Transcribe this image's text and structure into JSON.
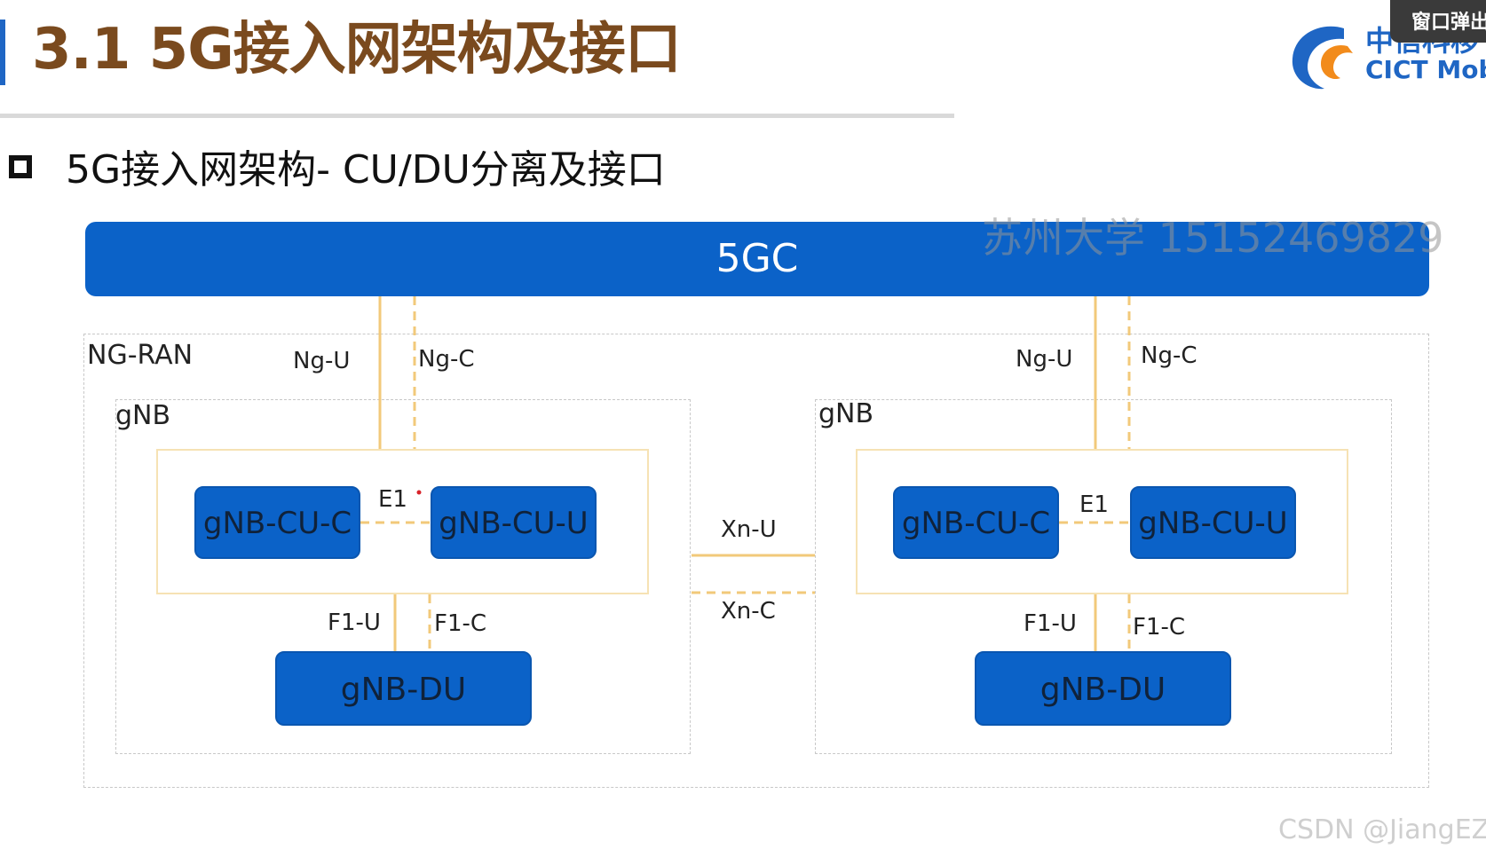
{
  "header": {
    "title": "3.1 5G接入网架构及接口",
    "logo_cn": "中信科移",
    "logo_en": "CICT Mob",
    "popup_tab": "窗口弹出"
  },
  "subtitle": "5G接入网架构- CU/DU分离及接口",
  "diagram": {
    "core": "5GC",
    "ran_label": "NG-RAN",
    "left_gnb": {
      "label": "gNB",
      "cu_c": "gNB-CU-C",
      "cu_u": "gNB-CU-U",
      "du": "gNB-DU",
      "e1": "E1",
      "ng_u": "Ng-U",
      "ng_c": "Ng-C",
      "f1_u": "F1-U",
      "f1_c": "F1-C"
    },
    "right_gnb": {
      "label": "gNB",
      "cu_c": "gNB-CU-C",
      "cu_u": "gNB-CU-U",
      "du": "gNB-DU",
      "e1": "E1",
      "ng_u": "Ng-U",
      "ng_c": "Ng-C",
      "f1_u": "F1-U",
      "f1_c": "F1-C"
    },
    "xn_u": "Xn-U",
    "xn_c": "Xn-C"
  },
  "watermarks": {
    "phone": "苏州大学 15152469829",
    "csdn": "CSDN @JiangEZ"
  },
  "colors": {
    "node_blue": "#0b62c8",
    "link_gold": "#f2c97a",
    "title_brown": "#7a4a1e",
    "annotation_red": "#d8232a"
  }
}
